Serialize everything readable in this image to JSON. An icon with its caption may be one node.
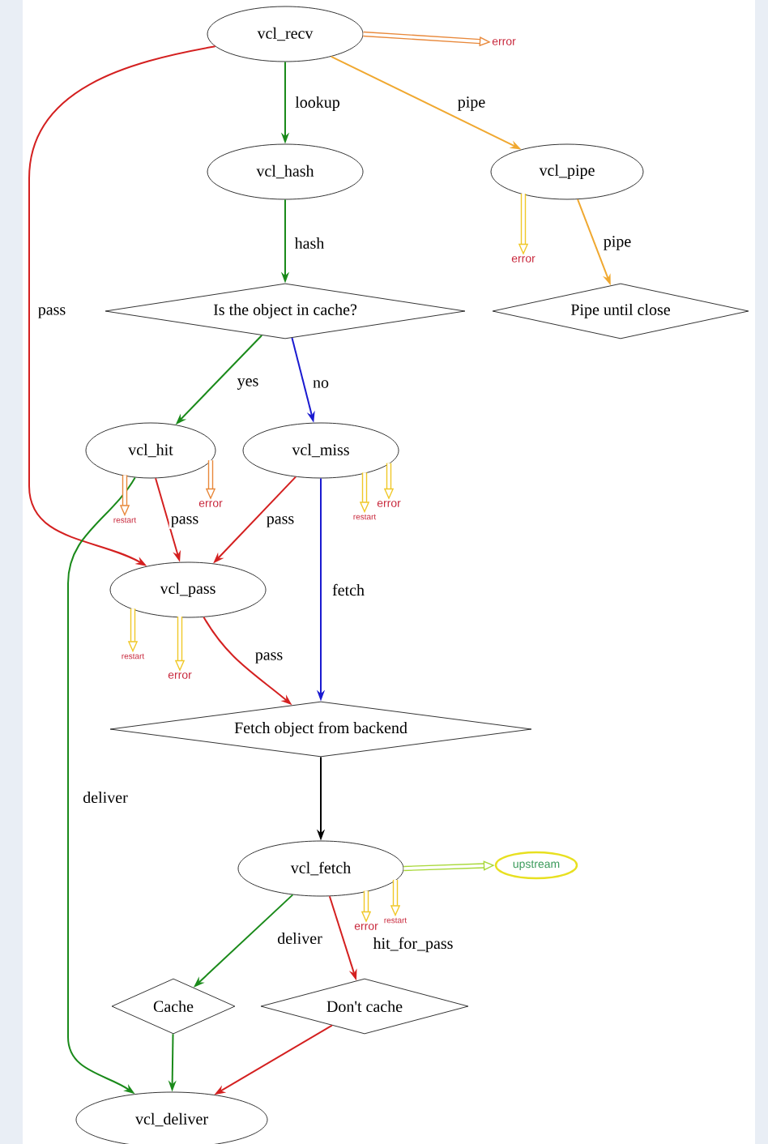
{
  "diagram": {
    "nodes": [
      {
        "text": [
          "vcl_recv"
        ]
      },
      {
        "text": [
          "vcl_hash"
        ]
      },
      {
        "text": [
          "vcl_pipe"
        ]
      },
      {
        "text": [
          "Is the object in cache?"
        ]
      },
      {
        "text": [
          "Pipe until close"
        ]
      },
      {
        "text": [
          "vcl_hit"
        ]
      },
      {
        "text": [
          "vcl_miss"
        ]
      },
      {
        "text": [
          "vcl_pass"
        ]
      },
      {
        "text": [
          "Fetch object from backend"
        ]
      },
      {
        "text": [
          "vcl_fetch"
        ]
      },
      {
        "text": [
          "Cache"
        ]
      },
      {
        "text": [
          "Don't cache"
        ]
      },
      {
        "text": [
          "vcl_deliver"
        ]
      },
      {
        "text": [
          "error"
        ]
      },
      {
        "text": [
          "error"
        ]
      },
      {
        "text": [
          "restart"
        ]
      },
      {
        "text": [
          "error"
        ]
      },
      {
        "text": [
          "restart"
        ]
      },
      {
        "text": [
          "error"
        ]
      },
      {
        "text": [
          "restart"
        ]
      },
      {
        "text": [
          "error"
        ]
      },
      {
        "text": [
          "upstream"
        ]
      },
      {
        "text": [
          "error"
        ]
      },
      {
        "text": [
          "restart"
        ]
      }
    ],
    "edges": [
      {
        "from": 0,
        "to": 1,
        "arrow": "to",
        "label": "lookup",
        "color": "#1a8a1a"
      },
      {
        "from": 0,
        "to": 2,
        "arrow": "to",
        "label": "pipe",
        "color": "#f0a830"
      },
      {
        "from": 0,
        "to": 7,
        "arrow": "to",
        "label": "pass",
        "color": "#d42020"
      },
      {
        "from": 1,
        "to": 3,
        "arrow": "to",
        "label": "hash",
        "color": "#1a8a1a"
      },
      {
        "from": 2,
        "to": 4,
        "arrow": "to",
        "label": "pipe",
        "color": "#f0a830"
      },
      {
        "from": 3,
        "to": 5,
        "arrow": "to",
        "label": "yes",
        "color": "#1a8a1a"
      },
      {
        "from": 3,
        "to": 6,
        "arrow": "to",
        "label": "no",
        "color": "#1a1ad0"
      },
      {
        "from": 5,
        "to": 7,
        "arrow": "to",
        "label": "pass",
        "color": "#d42020"
      },
      {
        "from": 6,
        "to": 7,
        "arrow": "to",
        "label": "pass",
        "color": "#d42020"
      },
      {
        "from": 5,
        "to": 12,
        "arrow": "to",
        "label": "deliver",
        "color": "#1a8a1a"
      },
      {
        "from": 6,
        "to": 8,
        "arrow": "to",
        "label": "fetch",
        "color": "#1a1ad0"
      },
      {
        "from": 7,
        "to": 8,
        "arrow": "to",
        "label": "pass",
        "color": "#d42020"
      },
      {
        "from": 8,
        "to": 9,
        "arrow": "to",
        "color": "#000000"
      },
      {
        "from": 9,
        "to": 10,
        "arrow": "to",
        "label": "deliver",
        "color": "#1a8a1a"
      },
      {
        "from": 9,
        "to": 11,
        "arrow": "to",
        "label": "hit_for_pass",
        "color": "#d42020"
      },
      {
        "from": 10,
        "to": 12,
        "arrow": "to",
        "color": "#1a8a1a"
      },
      {
        "from": 11,
        "to": 12,
        "arrow": "to",
        "color": "#d42020"
      },
      {
        "from": 0,
        "to": 13,
        "arrow": "to",
        "style": "thick",
        "color": "#e8883a"
      },
      {
        "from": 2,
        "to": 14,
        "arrow": "to",
        "style": "thick",
        "color": "#f0c828"
      },
      {
        "from": 5,
        "to": 15,
        "arrow": "to",
        "style": "thick",
        "color": "#e8883a"
      },
      {
        "from": 5,
        "to": 16,
        "arrow": "to",
        "style": "thick",
        "color": "#e8883a"
      },
      {
        "from": 6,
        "to": 17,
        "arrow": "to",
        "style": "thick",
        "color": "#f0c828"
      },
      {
        "from": 6,
        "to": 18,
        "arrow": "to",
        "style": "thick",
        "color": "#f0c828"
      },
      {
        "from": 7,
        "to": 19,
        "arrow": "to",
        "style": "thick",
        "color": "#f0c828"
      },
      {
        "from": 7,
        "to": 20,
        "arrow": "to",
        "style": "thick",
        "color": "#f0c828"
      },
      {
        "from": 9,
        "to": 21,
        "arrow": "to",
        "style": "thick",
        "color": "#a8d838"
      },
      {
        "from": 9,
        "to": 22,
        "arrow": "to",
        "style": "thick",
        "color": "#f0c828"
      },
      {
        "from": 9,
        "to": 23,
        "arrow": "to",
        "style": "thick",
        "color": "#f0c828"
      }
    ]
  }
}
